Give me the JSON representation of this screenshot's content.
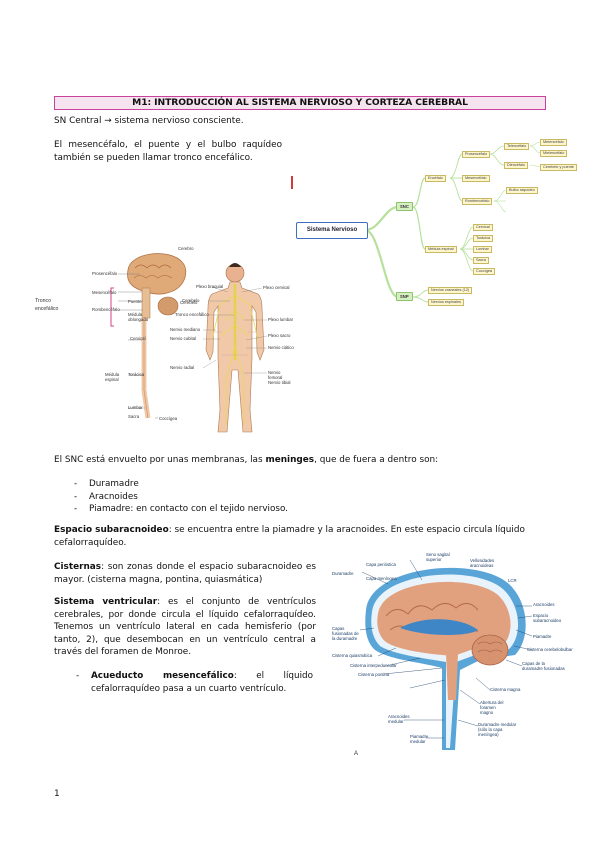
{
  "header": {
    "title": "M1: INTRODUCCIÓN AL SISTEMA NERVIOSO Y CORTEZA CEREBRAL"
  },
  "intro": {
    "sn_central": "SN Central → sistema nervioso consciente.",
    "tronco": "El mesencéfalo, el puente y el bulbo raquídeo también se pueden llamar tronco encefálico."
  },
  "figure1": {
    "bracket_label_line1": "Tronco",
    "bracket_label_line2": "encefálico",
    "brain_labels": [
      "Cerebro",
      "Prosencéfalo",
      "Mesencéfalo",
      "Puente",
      "Rombencéfalo",
      "Médula oblongada",
      "Cerebelo",
      "Cervical",
      "Torácica",
      "Médula espinal",
      "Lumbar",
      "Sacra",
      "Coccígea"
    ],
    "body_labels_left": [
      "Plexo braquial",
      "Cerebelo",
      "Tronco encefálico",
      "Nervio mediano",
      "Nervio cubital",
      "Nervio radial"
    ],
    "body_labels_right": [
      "Plexo cervical",
      "Plexo lumbar",
      "Plexo sacro",
      "Nervio ciático",
      "Nervio femoral",
      "Nervio tibial"
    ]
  },
  "mindmap": {
    "root": "Sistema Nervioso",
    "snp": "SNP",
    "snc": "SNC",
    "branches": [
      "Encéfalo",
      "Médula espinal",
      "Prosencéfalo",
      "Mesencéfalo",
      "Rombencéfalo",
      "Telencéfalo",
      "Diencéfalo",
      "Metencéfalo",
      "Mielencéfalo",
      "Cerebelo y puente",
      "Bulbo raquídeo",
      "Cervical",
      "Torácica",
      "Lumbar",
      "Sacra",
      "Coccígea",
      "Nervios craneales (12)",
      "Nervios espinales"
    ]
  },
  "body": {
    "snc_intro_pre": "El SNC está envuelto por unas membranas, las ",
    "snc_intro_bold": "meninges",
    "snc_intro_post": ", que de fuera a dentro son:",
    "meninges": [
      "Duramadre",
      "Aracnoides",
      "Piamadre: en contacto con el tejido nervioso."
    ],
    "espacio_bold": "Espacio subaracnoideo",
    "espacio_text": ": se encuentra entre la piamadre y la aracnoides. En este espacio circula líquido cefalorraquídeo.",
    "cisternas_bold": "Cisternas",
    "cisternas_text": ": son zonas donde el espacio subaracnoideo es mayor. (cisterna magna, pontina, quiasmática)",
    "sistema_bold": "Sistema ventricular",
    "sistema_text": ": es el conjunto de ventrículos cerebrales, por donde circula el líquido cefalorraquídeo. Tenemos un ventrículo lateral en cada hemisferio (por tanto, 2), que desembocan en un ventrículo central a través del foramen de Monroe.",
    "acueducto_bold": "Acueducto mesencefálico",
    "acueducto_text": ": el líquido cefalorraquídeo pasa a un cuarto ventrículo."
  },
  "figure2": {
    "labels_left": [
      "Duramadre",
      "Capa perióstica",
      "Capa meníngea",
      "Capas fusionadas de la duramadre",
      "Cisterna quiasmática",
      "Cisterna interpeduncular",
      "Cisterna pontina",
      "Aracnoides medular",
      "Piamadre medular"
    ],
    "labels_right": [
      "Seno sagital superior",
      "Vellosidades aracnoideas",
      "LCR",
      "Aracnoides",
      "Espacio subaracnoideo",
      "Piamadre",
      "Cisterna cerebelobulbar",
      "Capas de la duramadre fusionadas",
      "Cisterna magna",
      "Abertura del foramen magno",
      "Duramadre medular (sólo la capa meníngea)"
    ],
    "letter": "A"
  },
  "footer": {
    "page_number": "1"
  }
}
